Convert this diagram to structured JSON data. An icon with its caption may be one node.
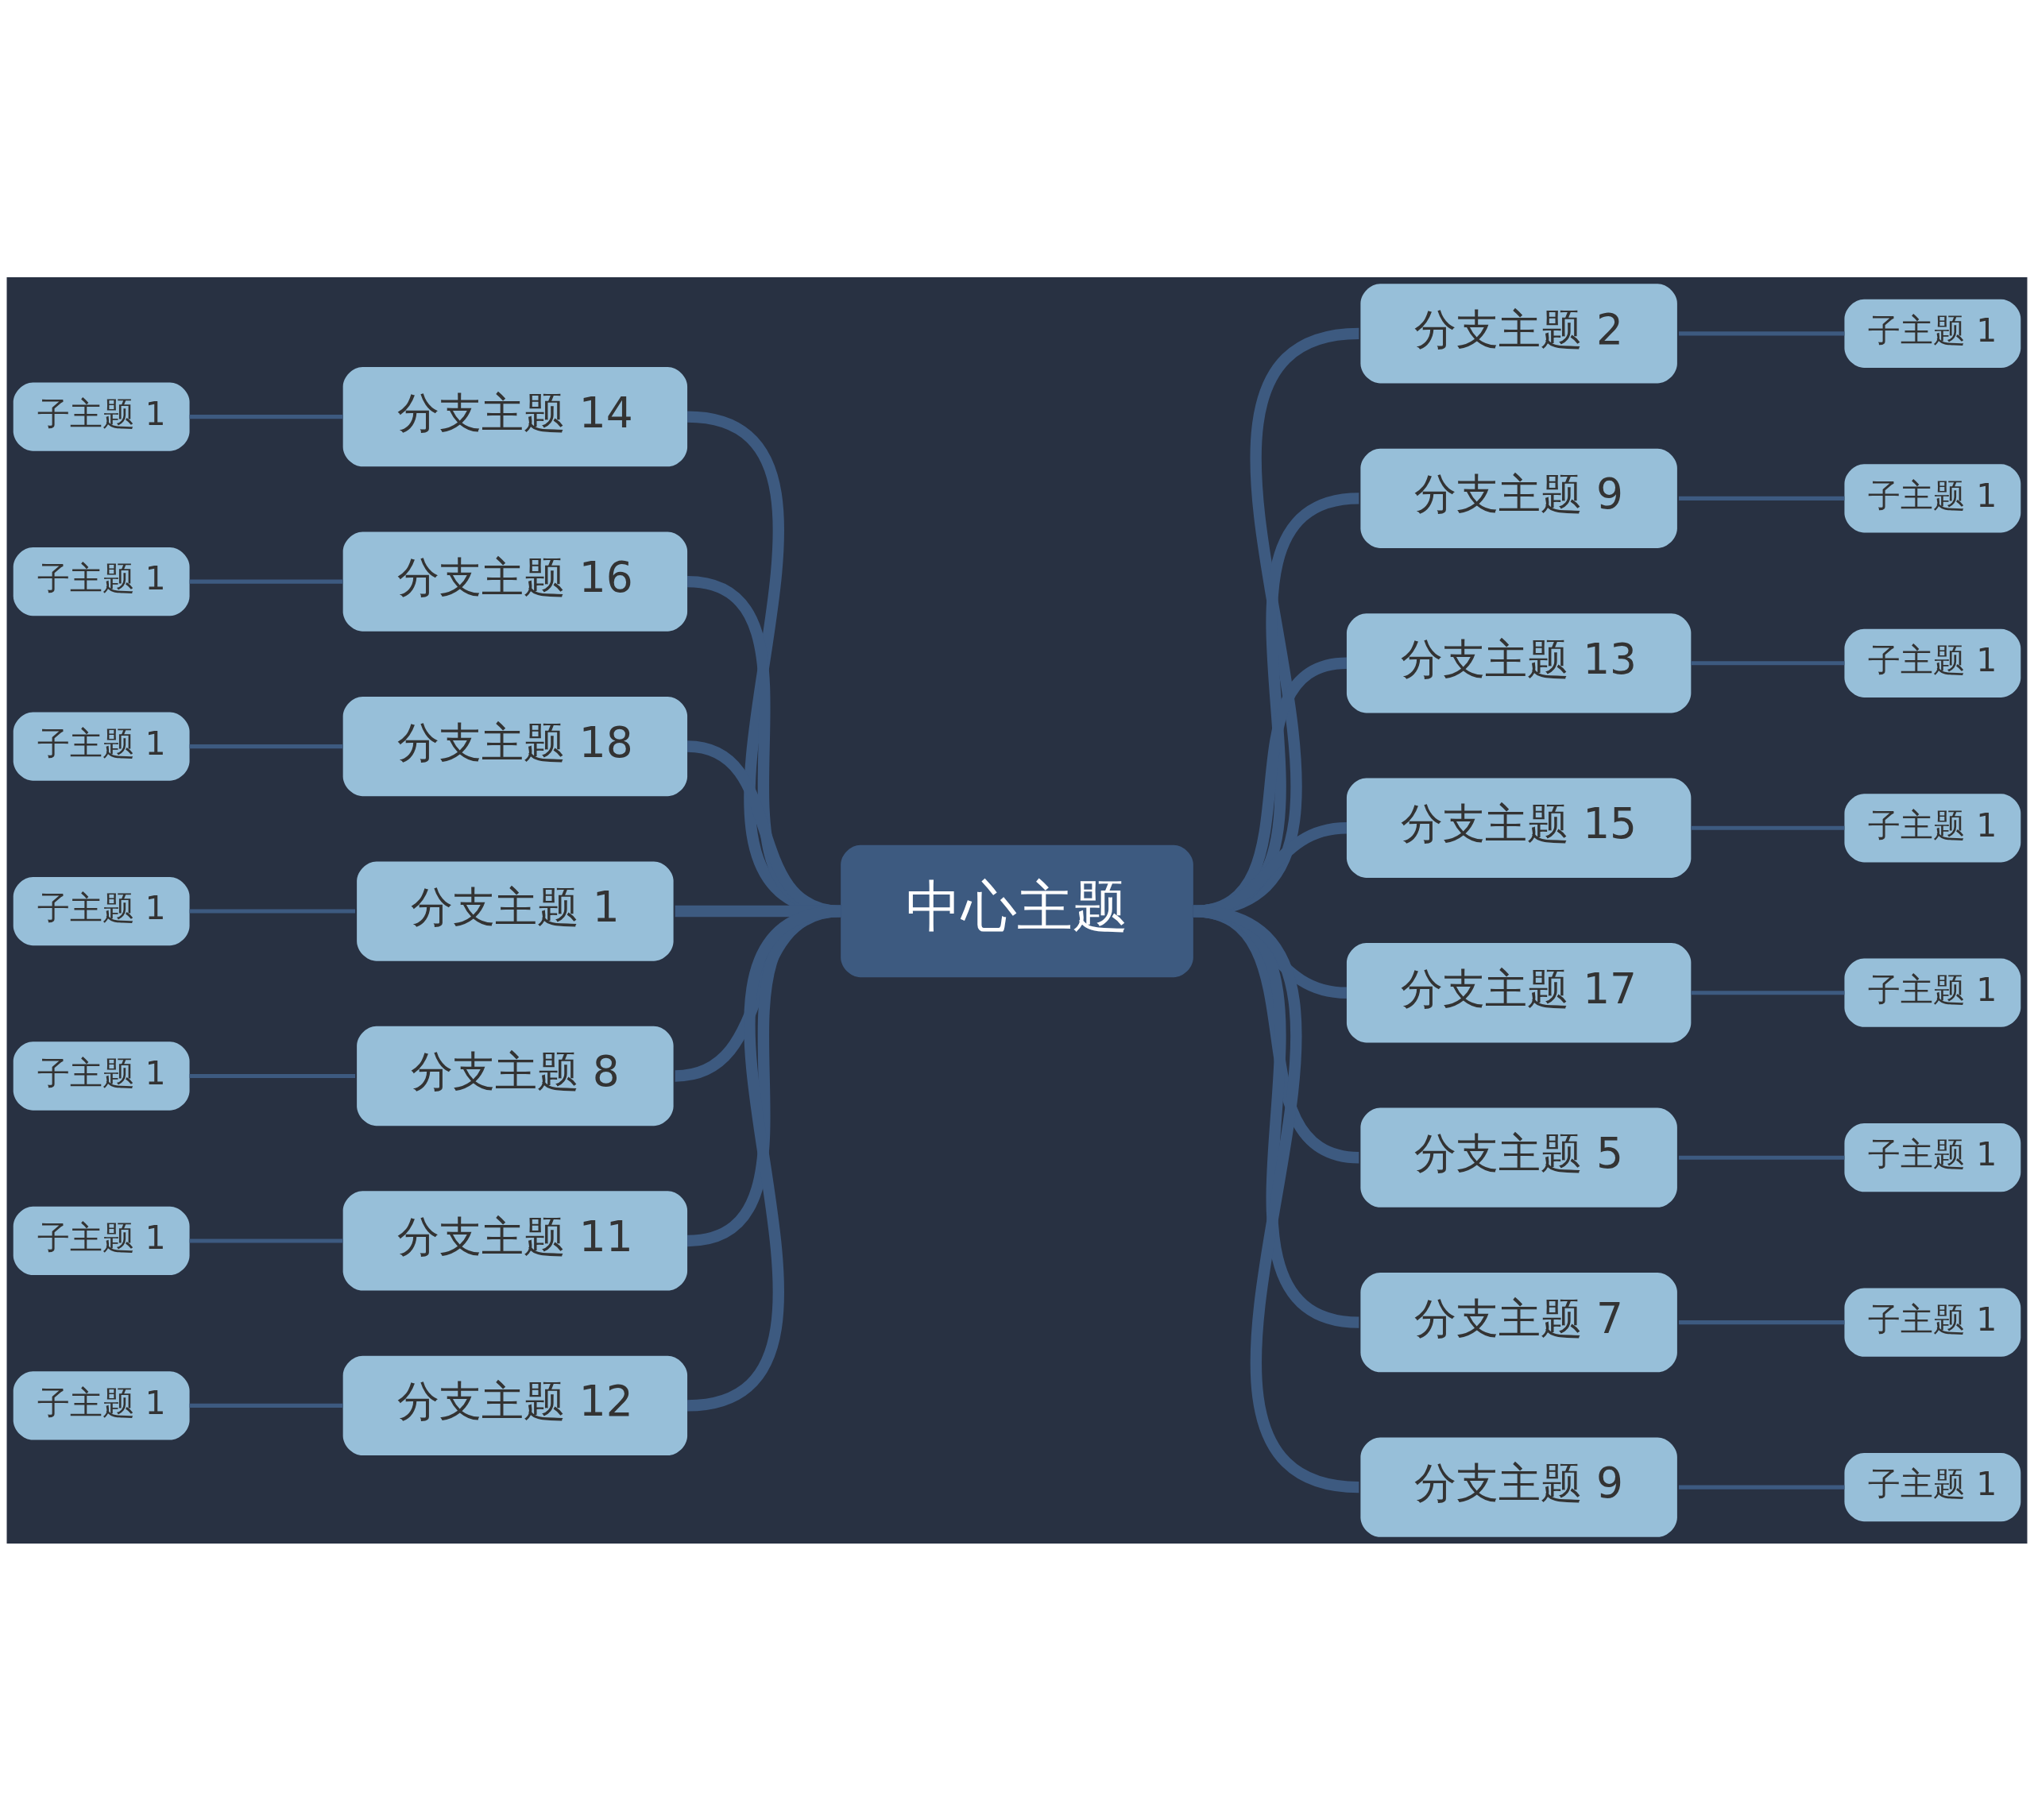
{
  "diagram": {
    "nodes": [
      {
        "text": [
          "中心主题"
        ]
      },
      {
        "text": [
          "分支主题 2"
        ]
      },
      {
        "text": [
          "子主题 1"
        ]
      },
      {
        "text": [
          "分支主题 9"
        ]
      },
      {
        "text": [
          "子主题 1"
        ]
      },
      {
        "text": [
          "分支主题 13"
        ]
      },
      {
        "text": [
          "子主题 1"
        ]
      },
      {
        "text": [
          "分支主题 15"
        ]
      },
      {
        "text": [
          "子主题 1"
        ]
      },
      {
        "text": [
          "分支主题 17"
        ]
      },
      {
        "text": [
          "子主题 1"
        ]
      },
      {
        "text": [
          "分支主题 5"
        ]
      },
      {
        "text": [
          "子主题 1"
        ]
      },
      {
        "text": [
          "分支主题 7"
        ]
      },
      {
        "text": [
          "子主题 1"
        ]
      },
      {
        "text": [
          "分支主题 9"
        ]
      },
      {
        "text": [
          "子主题 1"
        ]
      },
      {
        "text": [
          "分支主题 14"
        ]
      },
      {
        "text": [
          "子主题 1"
        ]
      },
      {
        "text": [
          "分支主题 16"
        ]
      },
      {
        "text": [
          "子主题 1"
        ]
      },
      {
        "text": [
          "分支主题 18"
        ]
      },
      {
        "text": [
          "子主题 1"
        ]
      },
      {
        "text": [
          "分支主题 1"
        ]
      },
      {
        "text": [
          "子主题 1"
        ]
      },
      {
        "text": [
          "分支主题 8"
        ]
      },
      {
        "text": [
          "子主题 1"
        ]
      },
      {
        "text": [
          "分支主题 11"
        ]
      },
      {
        "text": [
          "子主题 1"
        ]
      },
      {
        "text": [
          "分支主题 12"
        ]
      },
      {
        "text": [
          "子主题 1"
        ]
      }
    ],
    "edges": [
      {
        "from": 0,
        "to": 1,
        "arrow": "none",
        "style": "thick"
      },
      {
        "from": 1,
        "to": 2,
        "arrow": "none"
      },
      {
        "from": 0,
        "to": 3,
        "arrow": "none",
        "style": "thick"
      },
      {
        "from": 3,
        "to": 4,
        "arrow": "none"
      },
      {
        "from": 0,
        "to": 5,
        "arrow": "none",
        "style": "thick"
      },
      {
        "from": 5,
        "to": 6,
        "arrow": "none"
      },
      {
        "from": 0,
        "to": 7,
        "arrow": "none",
        "style": "thick"
      },
      {
        "from": 7,
        "to": 8,
        "arrow": "none"
      },
      {
        "from": 0,
        "to": 9,
        "arrow": "none",
        "style": "thick"
      },
      {
        "from": 9,
        "to": 10,
        "arrow": "none"
      },
      {
        "from": 0,
        "to": 11,
        "arrow": "none",
        "style": "thick"
      },
      {
        "from": 11,
        "to": 12,
        "arrow": "none"
      },
      {
        "from": 0,
        "to": 13,
        "arrow": "none",
        "style": "thick"
      },
      {
        "from": 13,
        "to": 14,
        "arrow": "none"
      },
      {
        "from": 0,
        "to": 15,
        "arrow": "none",
        "style": "thick"
      },
      {
        "from": 15,
        "to": 16,
        "arrow": "none"
      },
      {
        "from": 0,
        "to": 17,
        "arrow": "none",
        "style": "thick"
      },
      {
        "from": 17,
        "to": 18,
        "arrow": "none"
      },
      {
        "from": 0,
        "to": 19,
        "arrow": "none",
        "style": "thick"
      },
      {
        "from": 19,
        "to": 20,
        "arrow": "none"
      },
      {
        "from": 0,
        "to": 21,
        "arrow": "none",
        "style": "thick"
      },
      {
        "from": 21,
        "to": 22,
        "arrow": "none"
      },
      {
        "from": 0,
        "to": 23,
        "arrow": "none",
        "style": "thick"
      },
      {
        "from": 23,
        "to": 24,
        "arrow": "none"
      },
      {
        "from": 0,
        "to": 25,
        "arrow": "none",
        "style": "thick"
      },
      {
        "from": 25,
        "to": 26,
        "arrow": "none"
      },
      {
        "from": 0,
        "to": 27,
        "arrow": "none",
        "style": "thick"
      },
      {
        "from": 27,
        "to": 28,
        "arrow": "none"
      },
      {
        "from": 0,
        "to": 29,
        "arrow": "none",
        "style": "thick"
      },
      {
        "from": 29,
        "to": 30,
        "arrow": "none"
      }
    ]
  }
}
